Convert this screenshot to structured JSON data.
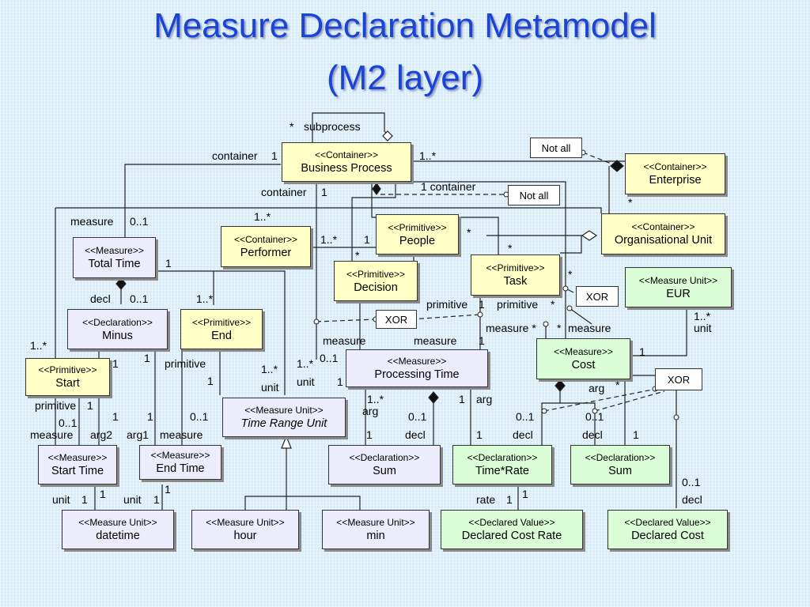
{
  "title": {
    "line1": "Measure Declaration Metamodel",
    "line2": "(M2 layer)"
  },
  "colors": {
    "title": "#1a44d8",
    "container_primitive_fill": "#ffffc6",
    "measure_fill": "#ececfd",
    "cost_fill": "#dafcd6"
  },
  "boxes": {
    "business_process": {
      "stereo": "<<Container>>",
      "name": "Business Process"
    },
    "enterprise": {
      "stereo": "<<Container>>",
      "name": "Enterprise"
    },
    "org_unit": {
      "stereo": "<<Container>>",
      "name": "Organisational Unit"
    },
    "people": {
      "stereo": "<<Primitive>>",
      "name": "People"
    },
    "performer": {
      "stereo": "<<Container>>",
      "name": "Performer"
    },
    "total_time": {
      "stereo": "<<Measure>>",
      "name": "Total Time"
    },
    "decision": {
      "stereo": "<<Primitive>>",
      "name": "Decision"
    },
    "task": {
      "stereo": "<<Primitive>>",
      "name": "Task"
    },
    "eur": {
      "stereo": "<<Measure Unit>>",
      "name": "EUR"
    },
    "minus": {
      "stereo": "<<Declaration>>",
      "name": "Minus"
    },
    "end": {
      "stereo": "<<Primitive>>",
      "name": "End"
    },
    "start": {
      "stereo": "<<Primitive>>",
      "name": "Start"
    },
    "processing_time": {
      "stereo": "<<Measure>>",
      "name": "Processing Time"
    },
    "cost": {
      "stereo": "<<Measure>>",
      "name": "Cost"
    },
    "time_range_unit": {
      "stereo": "<<Measure Unit>>",
      "name": "Time Range Unit"
    },
    "start_time": {
      "stereo": "<<Measure>>",
      "name": "Start Time"
    },
    "end_time": {
      "stereo": "<<Measure>>",
      "name": "End Time"
    },
    "sum1": {
      "stereo": "<<Declaration>>",
      "name": "Sum"
    },
    "time_rate": {
      "stereo": "<<Declaration>>",
      "name": "Time*Rate"
    },
    "sum2": {
      "stereo": "<<Declaration>>",
      "name": "Sum"
    },
    "datetime": {
      "stereo": "<<Measure Unit>>",
      "name": "datetime"
    },
    "hour": {
      "stereo": "<<Measure Unit>>",
      "name": "hour"
    },
    "min": {
      "stereo": "<<Measure Unit>>",
      "name": "min"
    },
    "declared_cost_rate": {
      "stereo": "<<Declared Value>>",
      "name": "Declared Cost Rate"
    },
    "declared_cost": {
      "stereo": "<<Declared Value>>",
      "name": "Declared Cost"
    }
  },
  "notes": {
    "not_all_1": "Not all",
    "not_all_2": "Not all",
    "xor_1": "XOR",
    "xor_2": "XOR",
    "xor_3": "XOR"
  },
  "labels": {
    "star_sub": "*",
    "subprocess": "subprocess",
    "container1": "container",
    "one_a": "1",
    "one_many_a": "1..*",
    "container2": "container",
    "one_b": "1",
    "one_container": "1 container",
    "star_ent": "*",
    "measure_tt": "measure",
    "zero_one_tt": "0..1",
    "one_many_perf": "1..*",
    "one_many_pp": "1..*",
    "one_pp": "1",
    "star_people": "*",
    "star_dec": "*",
    "star_task": "*",
    "one_tt": "1",
    "star_task2": "*",
    "decl_tt": "decl",
    "zero_one_decl": "0..1",
    "one_many_end": "1..*",
    "primitive_a": "primitive",
    "one_prim": "1",
    "primitive_b": "primitive",
    "star_prim": "*",
    "one_many_eur": "1..*",
    "unit_eur": "unit",
    "measure_left": "measure",
    "measure_mid": "measure",
    "measure_star": "measure *",
    "star_meas": "*",
    "measure_right": "measure",
    "one_meas": "1",
    "one_cost": "1",
    "one_many_start": "1..*",
    "one_minus_a": "1",
    "one_minus_b": "1",
    "primitive_end": "primitive",
    "one_end": "1",
    "one_many_tru": "1..*",
    "unit_tru": "unit",
    "one_many_pt": "1..*",
    "zero_one_pt": "0..1",
    "unit_pt": "unit",
    "one_pt": "1",
    "arg_cost": "arg",
    "star_arg": "*",
    "primitive_start": "primitive",
    "one_start": "1",
    "zero_one_st": "0..1",
    "measure_st": "measure",
    "arg2": "arg2",
    "one_arg2": "1",
    "arg1": "arg1",
    "one_arg1": "1",
    "zero_one_et": "0..1",
    "measure_et": "measure",
    "one_many_arg": "1..*",
    "arg_sum": "arg",
    "zero_one_sum": "0..1",
    "decl_sum": "decl",
    "one_sum": "1",
    "one_arg_pt": "1",
    "arg_pt": "arg",
    "one_tr": "1",
    "zero_one_tr": "0..1",
    "decl_tr": "decl",
    "zero_one_s2": "0..1",
    "decl_s2": "decl",
    "one_s2": "1",
    "unit_st": "unit",
    "one_unit_st": "1",
    "one_unit_st2": "1",
    "unit_et": "unit",
    "one_unit_et": "1",
    "one_unit_et2": "1",
    "rate": "rate",
    "one_rate": "1",
    "one_rate2": "1",
    "zero_one_dc": "0..1",
    "decl_dc": "decl"
  }
}
